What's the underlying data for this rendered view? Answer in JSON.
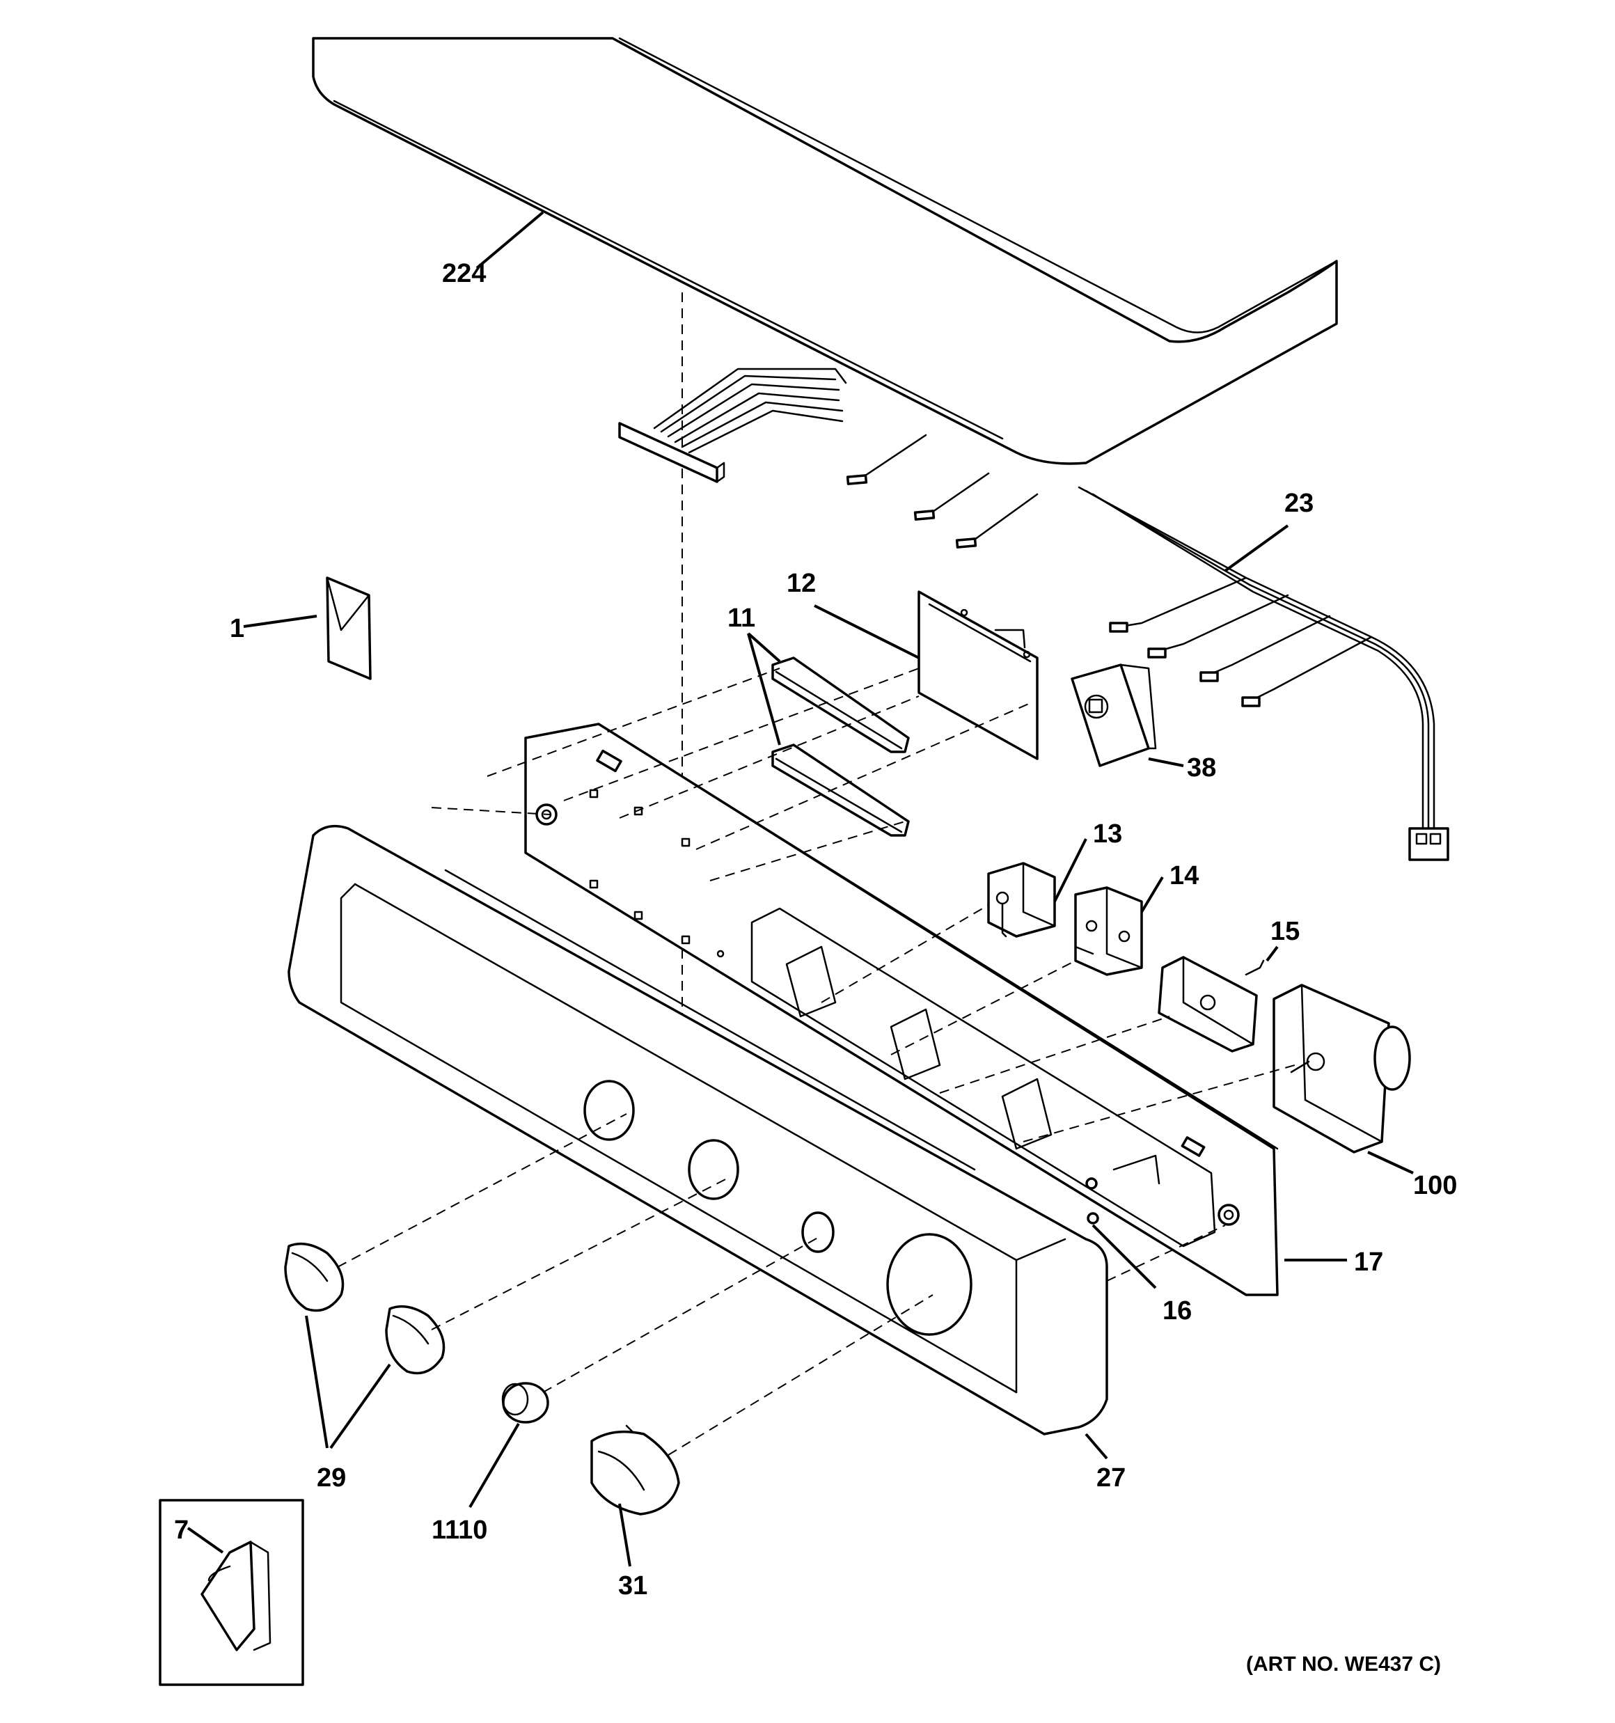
{
  "diagram": {
    "art_number": "(ART NO. WE437 C)",
    "callouts": {
      "c224": "224",
      "c23": "23",
      "c12": "12",
      "c11": "11",
      "c1": "1",
      "c38": "38",
      "c13": "13",
      "c14": "14",
      "c15": "15",
      "c100": "100",
      "c17": "17",
      "c16": "16",
      "c27": "27",
      "c29": "29",
      "c1110": "1110",
      "c31": "31",
      "c7": "7"
    }
  }
}
